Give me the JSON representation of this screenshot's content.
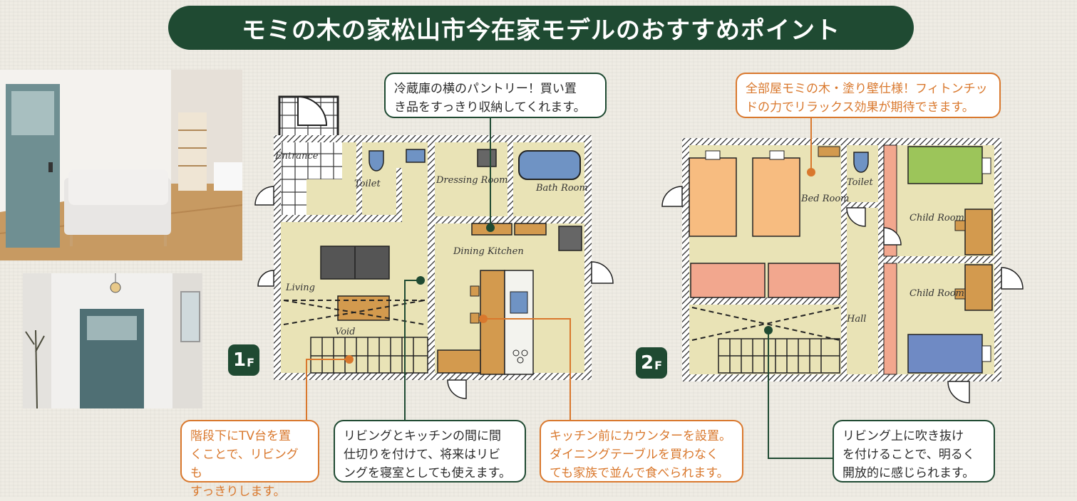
{
  "title": "モミの木の家松山市今在家モデルのおすすめポイント",
  "colors": {
    "accent_green": "#1f4a32",
    "accent_orange": "#d9782d"
  },
  "floors": [
    {
      "badge_num": "1",
      "badge_suffix": "F",
      "rooms": {
        "entrance": "Entrance",
        "toilet": "Toilet",
        "dressing": "Dressing Room",
        "bath": "Bath Room",
        "dining": "Dining Kitchen",
        "living": "Living",
        "void": "Void"
      }
    },
    {
      "badge_num": "2",
      "badge_suffix": "F",
      "rooms": {
        "bed": "Bed Room",
        "toilet": "Toilet",
        "child1": "Child Room",
        "child2": "Child Room",
        "hall": "Hall"
      }
    }
  ],
  "callouts": {
    "pantry": "冷蔵庫の横のパントリー！買い置\nき品をすっきり収納してくれます。",
    "walls": "全部屋モミの木・塗り壁仕様！フィトンチッ\nドの力でリラックス効果が期待できます。",
    "tv": "階段下にTV台を置\nくことで、リビングも\nすっきりします。",
    "partition": "リビングとキッチンの間に間\n仕切りを付けて、将来はリビ\nングを寝室としても使えます。",
    "counter": "キッチン前にカウンターを設置。\nダイニングテーブルを買わなく\nても家族で並んで食べられます。",
    "void": "リビング上に吹き抜け\nを付けることで、明るく\n開放的に感じられます。"
  }
}
